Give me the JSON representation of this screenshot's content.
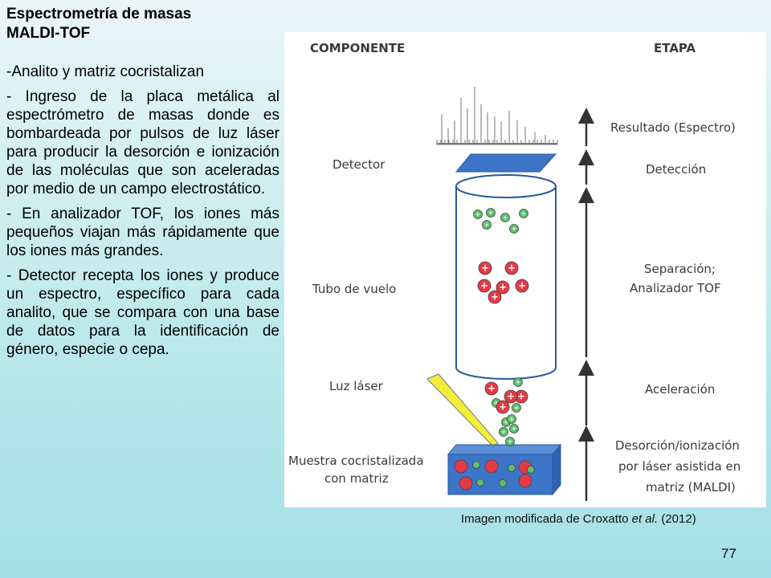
{
  "slide": {
    "title_line1": "Espectrometría de masas",
    "title_line2": "MALDI-TOF",
    "bullets": [
      "-Analito y matriz cocristalizan",
      "- Ingreso de la placa metálica al espectrómetro de masas donde es bombardeada por pulsos de luz láser para producir la desorción e ionización de las moléculas que son aceleradas por medio de un campo electrostático.",
      "- En analizador TOF, los iones más pequeños viajan más rápidamente que los iones más grandes.",
      "- Detector recepta los iones y produce un espectro, específico para cada analito, que se compara con una base de datos para la identificación de género, especie o cepa."
    ],
    "page_number": "77"
  },
  "figure": {
    "header_left": "COMPONENTE",
    "header_right": "ETAPA",
    "components": {
      "detector": "Detector",
      "flight_tube": "Tubo de vuelo",
      "laser": "Luz láser",
      "sample_line1": "Muestra cocristalizada",
      "sample_line2": "con matriz"
    },
    "stages": {
      "result": "Resultado (Espectro)",
      "detection": "Detección",
      "separation_line1": "Separación;",
      "separation_line2": "Analizador TOF",
      "acceleration": "Aceleración",
      "desorption_line1": "Desorción/ionización",
      "desorption_line2": "por láser asistida en",
      "desorption_line3": "matriz (MALDI)"
    },
    "ion_symbol": "+",
    "colors": {
      "small_ion": "#5cbf6b",
      "large_ion": "#e63946",
      "plate": "#3c74c8",
      "laser": "#f2ee3a"
    }
  },
  "caption": {
    "prefix": "Imagen modificada de Croxatto ",
    "italic": "et al.",
    "suffix": " (2012)"
  }
}
